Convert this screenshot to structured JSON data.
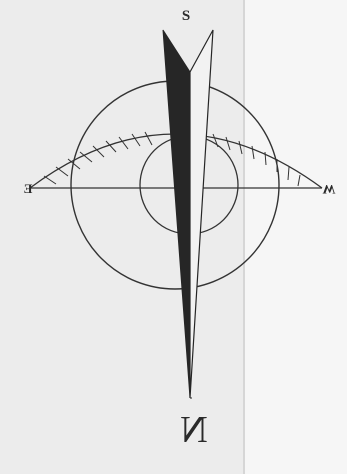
{
  "compass": {
    "label_top": "S",
    "label_bottom": "N",
    "label_left": "E",
    "label_right": "W",
    "ink_color": "#262626",
    "paper_color": "#ececec"
  }
}
